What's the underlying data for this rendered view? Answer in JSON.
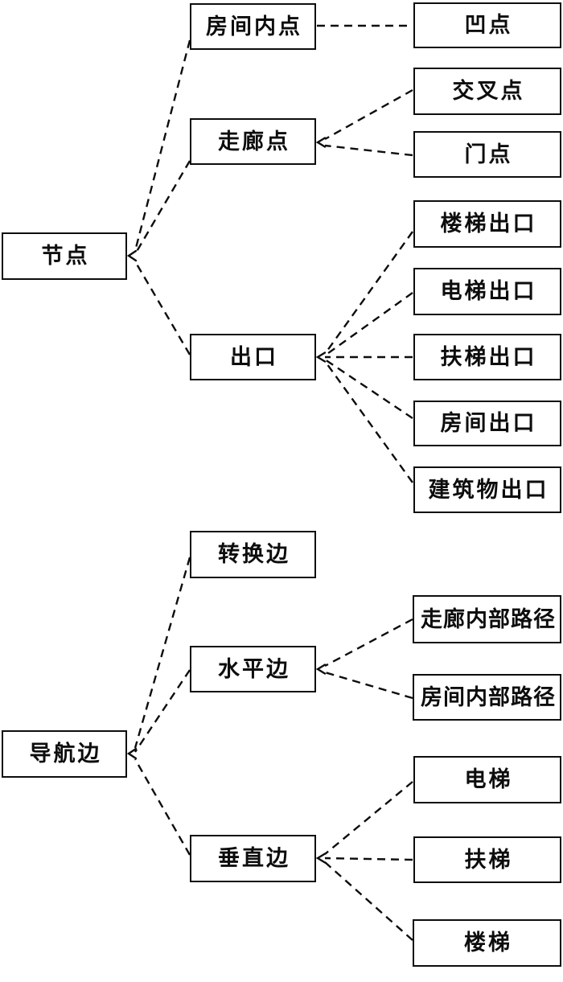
{
  "diagram": {
    "style": {
      "background": "#ffffff",
      "box_border_color": "#0d0d0d",
      "line_color": "#0d0d0d",
      "text_color": "#0d0d0d",
      "line_style": "dashed"
    },
    "nodes": {
      "node": "节点",
      "room_inner_point": "房间内点",
      "corridor_point": "走廊点",
      "exit": "出口",
      "concave_point": "凹点",
      "cross_point": "交叉点",
      "door_point": "门点",
      "stair_exit": "楼梯出口",
      "elevator_exit": "电梯出口",
      "escalator_exit": "扶梯出口",
      "room_exit": "房间出口",
      "building_exit": "建筑物出口",
      "nav_edge": "导航边",
      "transfer_edge": "转换边",
      "horizontal_edge": "水平边",
      "vertical_edge": "垂直边",
      "corridor_inner_path": "走廊内部路径",
      "room_inner_path": "房间内部路径",
      "elevator": "电梯",
      "escalator": "扶梯",
      "stair": "楼梯"
    },
    "connections": [
      {
        "from": "房间内点",
        "to": "节点",
        "arrow_at": "节点"
      },
      {
        "from": "走廊点",
        "to": "节点",
        "arrow_at": "节点"
      },
      {
        "from": "出口",
        "to": "节点",
        "arrow_at": "节点"
      },
      {
        "from": "凹点",
        "to": "房间内点",
        "arrow_at": "none"
      },
      {
        "from": "交叉点",
        "to": "走廊点",
        "arrow_at": "走廊点"
      },
      {
        "from": "门点",
        "to": "走廊点",
        "arrow_at": "走廊点"
      },
      {
        "from": "楼梯出口",
        "to": "出口",
        "arrow_at": "出口"
      },
      {
        "from": "电梯出口",
        "to": "出口",
        "arrow_at": "出口"
      },
      {
        "from": "扶梯出口",
        "to": "出口",
        "arrow_at": "出口"
      },
      {
        "from": "房间出口",
        "to": "出口",
        "arrow_at": "出口"
      },
      {
        "from": "建筑物出口",
        "to": "出口",
        "arrow_at": "出口"
      },
      {
        "from": "转换边",
        "to": "导航边",
        "arrow_at": "导航边"
      },
      {
        "from": "水平边",
        "to": "导航边",
        "arrow_at": "导航边"
      },
      {
        "from": "垂直边",
        "to": "导航边",
        "arrow_at": "导航边"
      },
      {
        "from": "走廊内部路径",
        "to": "水平边",
        "arrow_at": "水平边"
      },
      {
        "from": "房间内部路径",
        "to": "水平边",
        "arrow_at": "水平边"
      },
      {
        "from": "电梯",
        "to": "垂直边",
        "arrow_at": "垂直边"
      },
      {
        "from": "扶梯",
        "to": "垂直边",
        "arrow_at": "垂直边"
      },
      {
        "from": "楼梯",
        "to": "垂直边",
        "arrow_at": "垂直边"
      }
    ]
  }
}
